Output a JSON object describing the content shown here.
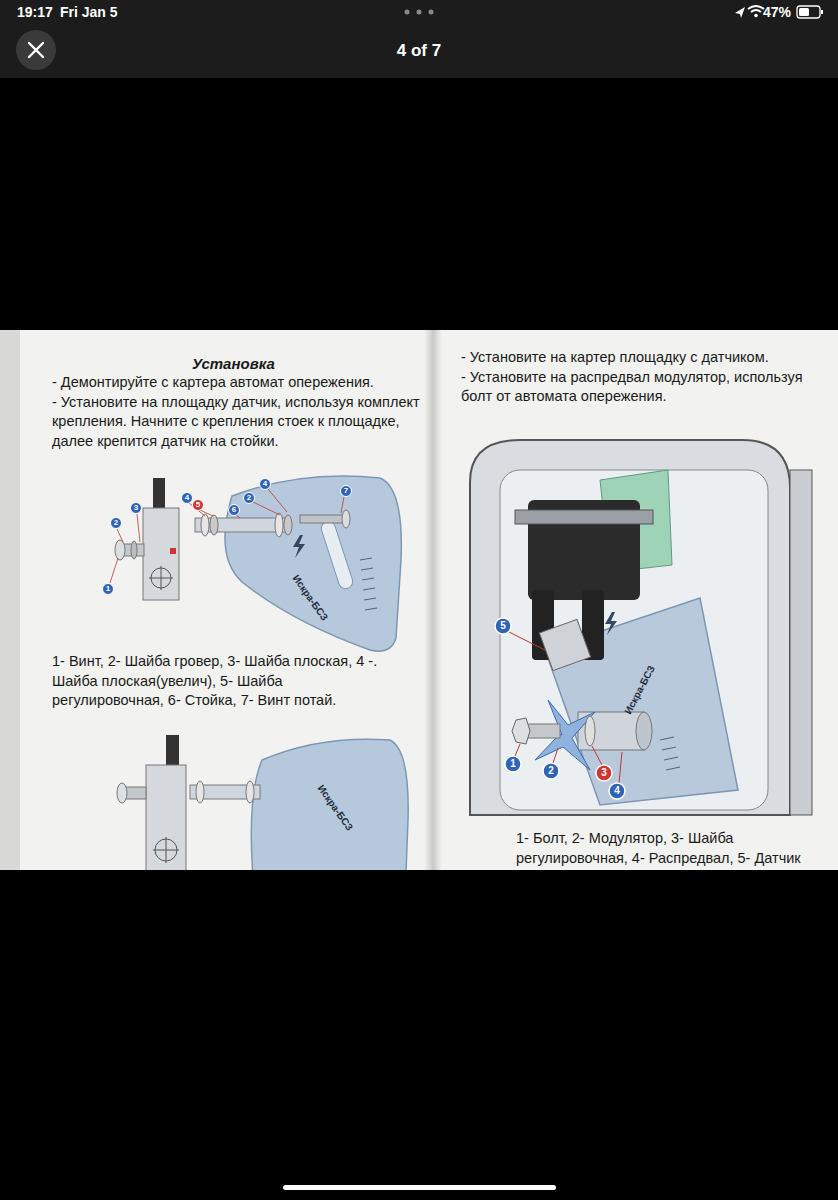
{
  "diagram": {
    "title": "Установка",
    "labels": [
      "19:17",
      "Fri Jan 5",
      "47%",
      "4 of 7",
      "- Демонтируйте с картера автомат опережения.",
      "- Установите на площадку датчик, используя комплект крепления. Начните с крепления стоек к площадке, далее крепится датчик на стойки.",
      "4",
      "5",
      "3",
      "2",
      "2",
      "6",
      "4",
      "7",
      "1",
      "Искра-БСЗ",
      "1- Винт, 2- Шайба гровер, 3- Шайба плоская, 4 -. Шайба плоская(увелич), 5- Шайба регулировочная, 6- Стойка, 7- Винт потай.",
      "Искра-БСЗ",
      "- Установите на картер площадку с датчиком.",
      "- Установите на распредвал модулятор, используя болт от автомата опережения.",
      "5",
      "1",
      "2",
      "3",
      "4",
      "Искра-БСЗ",
      "1- Болт, 2- Модулятор, 3- Шайба регулировочная, 4- Распредвал, 5- Датчик"
    ]
  }
}
